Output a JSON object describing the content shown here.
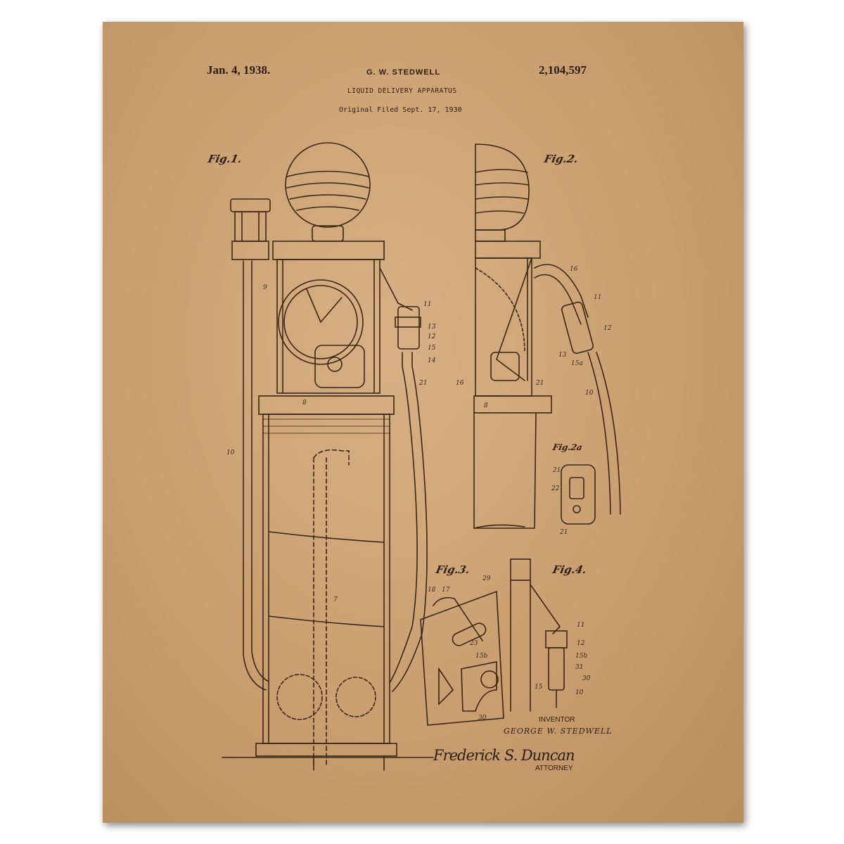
{
  "header": {
    "date": "Jan. 4, 1938.",
    "inventor": "G. W. STEDWELL",
    "patent_number": "2,104,597",
    "title": "LIQUID DELIVERY APPARATUS",
    "filed": "Original Filed Sept. 17, 1930"
  },
  "figures": {
    "fig1": "Fig.1.",
    "fig2": "Fig.2.",
    "fig2a": "Fig.2a",
    "fig3": "Fig.3.",
    "fig4": "Fig.4."
  },
  "footer": {
    "inventor_label": "INVENTOR",
    "inventor_name": "GEORGE W. STEDWELL",
    "signature": "Frederick S. Duncan",
    "attorney_label": "ATTORNEY"
  },
  "colors": {
    "paper": "#c99f6f",
    "ink": "#2e1d10",
    "frame_background": "#ffffff"
  }
}
